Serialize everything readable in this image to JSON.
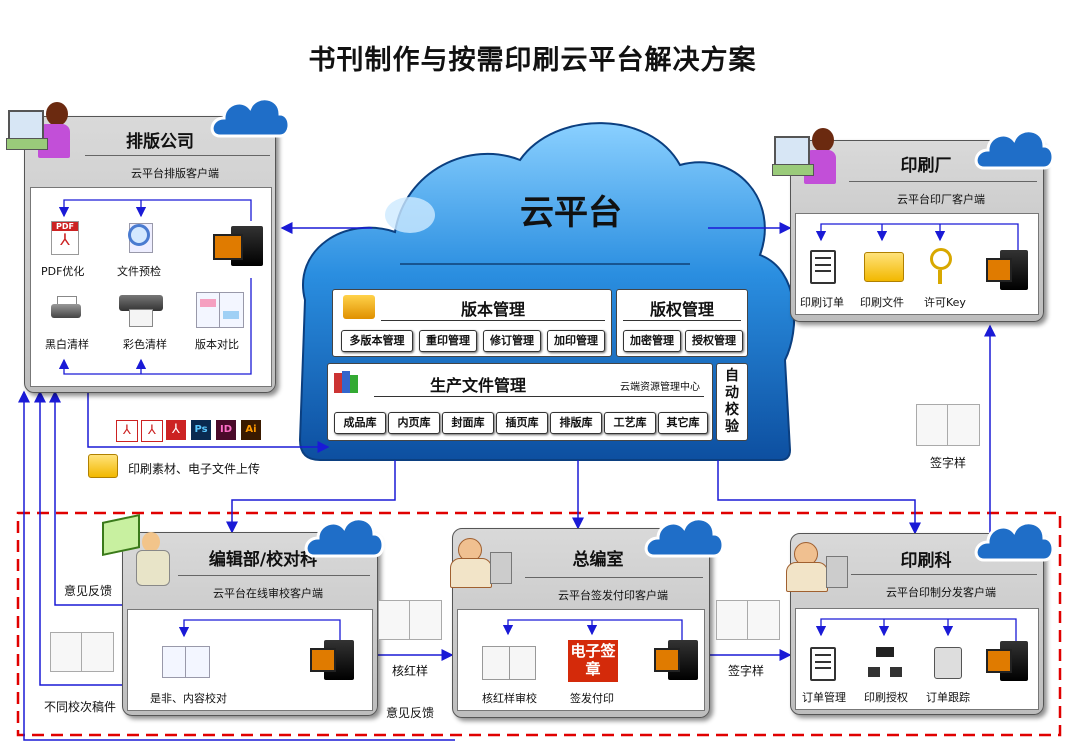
{
  "title": "书刊制作与按需印刷云平台解决方案",
  "cloud": {
    "title": "云平台",
    "version_mgmt": {
      "title": "版本管理",
      "items": [
        "多版本管理",
        "重印管理",
        "修订管理",
        "加印管理"
      ]
    },
    "copyright_mgmt": {
      "title": "版权管理",
      "items": [
        "加密管理",
        "授权管理"
      ]
    },
    "production": {
      "title": "生产文件管理",
      "subtitle": "云端资源管理中心",
      "items": [
        "成品库",
        "内页库",
        "封面库",
        "插页库",
        "排版库",
        "工艺库",
        "其它库"
      ]
    },
    "auto_check": "自动校验"
  },
  "typeset": {
    "title": "排版公司",
    "subtitle": "云平台排版客户端",
    "items": [
      "PDF优化",
      "文件预检",
      "黑白清样",
      "彩色清样",
      "版本对比"
    ]
  },
  "print_factory": {
    "title": "印刷厂",
    "subtitle": "云平台印厂客户端",
    "items": [
      "印刷订单",
      "印刷文件",
      "许可Key"
    ]
  },
  "editorial": {
    "title": "编辑部/校对科",
    "subtitle": "云平台在线审校客户端",
    "item": "是非、内容校对"
  },
  "chief": {
    "title": "总编室",
    "subtitle": "云平台签发付印客户端",
    "items": [
      "核红样审校",
      "签发付印"
    ],
    "seal_text": "电子签章"
  },
  "print_dept": {
    "title": "印刷科",
    "subtitle": "云平台印制分发客户端",
    "items": [
      "订单管理",
      "印刷授权",
      "订单跟踪"
    ]
  },
  "flows": {
    "upload": "印刷素材、电子文件上传",
    "feedback_left": "意见反馈",
    "draft_versions": "不同校次稿件",
    "red_proof": "核红样",
    "feedback_mid": "意见反馈",
    "sign_sample_mid": "签字样",
    "sign_sample_right": "签字样"
  },
  "file_icons": [
    "Ps",
    "ID",
    "Ai"
  ],
  "colors": {
    "arrow": "#1a1ad6",
    "dash": "#e00000",
    "cloud": "#2b8fd6",
    "accent": "#d04020"
  }
}
